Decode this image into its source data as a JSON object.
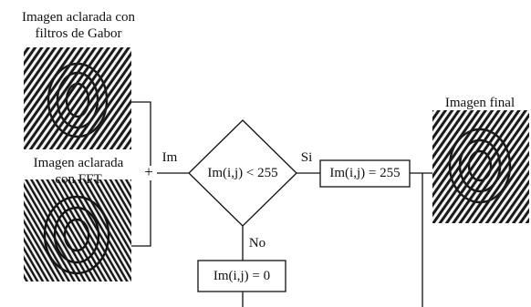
{
  "images": {
    "gabor": {
      "caption_lines": [
        "Imagen aclarada con",
        "filtros de Gabor"
      ],
      "icon": "fingerprint-image"
    },
    "fft": {
      "caption_lines": [
        "Imagen aclarada",
        "con FFT"
      ],
      "icon": "fingerprint-image"
    },
    "final": {
      "caption": "Imagen final",
      "icon": "fingerprint-image"
    }
  },
  "operators": {
    "plus": "+",
    "im_label": "Im"
  },
  "decision": {
    "condition": "Im(i,j) < 255",
    "yes_label": "Si",
    "no_label": "No"
  },
  "boxes": {
    "yes_action": "Im(i,j) = 255",
    "no_action": "Im(i,j) = 0"
  },
  "colors": {
    "line": "#111111",
    "ink": "#111111",
    "paper": "#ffffff"
  }
}
